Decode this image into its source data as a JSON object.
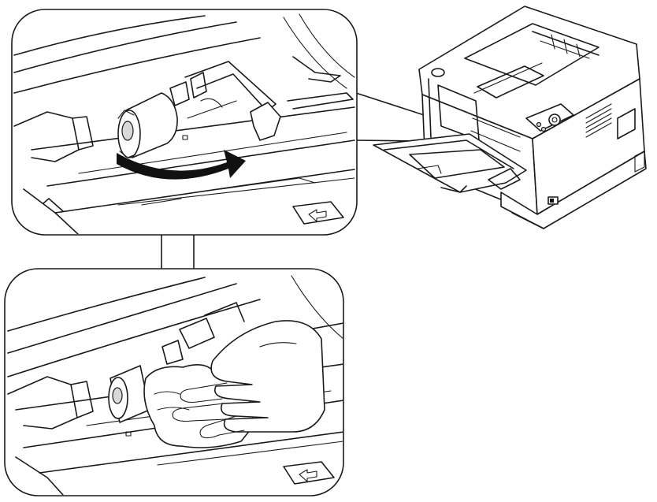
{
  "figure": {
    "panels": [
      "roller-rotation-detail",
      "roller-wiping-detail",
      "printer-overview"
    ],
    "arrow_direction": "rotate-roller",
    "colors": {
      "line": "#1a1a1a",
      "background": "#ffffff",
      "shade": "#d9d9d9"
    }
  }
}
